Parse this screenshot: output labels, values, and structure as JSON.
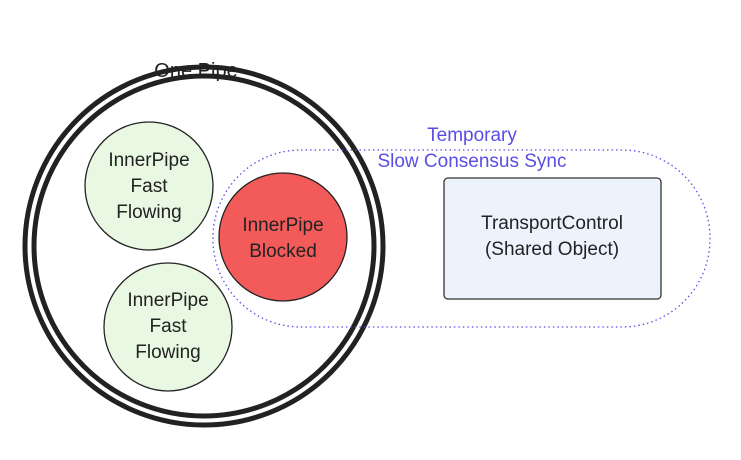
{
  "outer_label": "One Pipe",
  "sync_label": {
    "line1": "Temporary",
    "line2": "Slow Consensus Sync"
  },
  "inner_pipes": [
    {
      "lines": [
        "InnerPipe",
        "Fast",
        "Flowing"
      ],
      "state": "fast"
    },
    {
      "lines": [
        "InnerPipe",
        "Blocked"
      ],
      "state": "blocked"
    },
    {
      "lines": [
        "InnerPipe",
        "Fast",
        "Flowing"
      ],
      "state": "fast"
    }
  ],
  "transport_control": {
    "line1": "TransportControl",
    "line2": "(Shared Object)"
  },
  "colors": {
    "fast_fill": "#e8f8e2",
    "fast_stroke": "#222222",
    "blocked_fill": "#f35b5b",
    "sync_text": "#5b4de3",
    "sync_border": "#5b4de3",
    "box_fill": "#edf3fd",
    "box_stroke": "#333333",
    "pipe_stroke": "#222222"
  }
}
